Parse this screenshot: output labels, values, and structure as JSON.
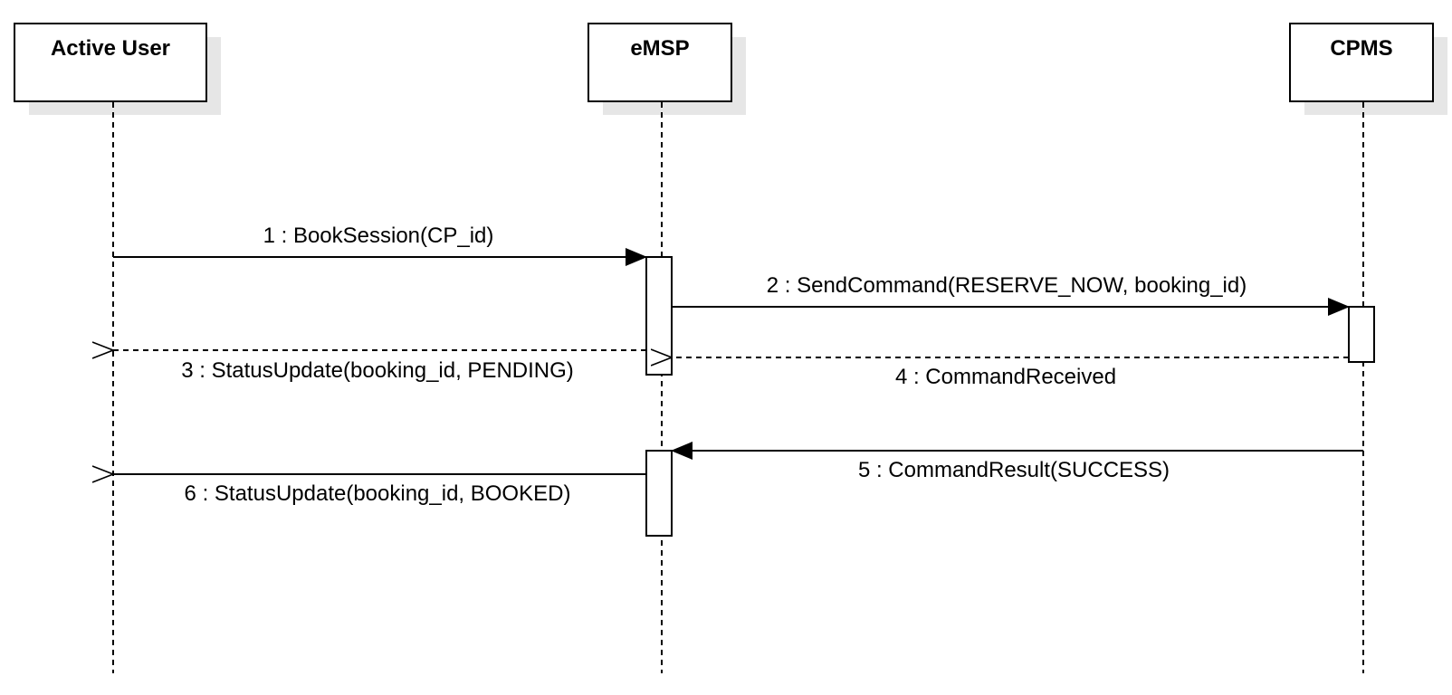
{
  "diagram": {
    "type": "uml-sequence",
    "colors": {
      "stroke": "#000000",
      "shadow": "#e6e6e6",
      "background": "#ffffff"
    },
    "participants": [
      {
        "id": "user",
        "name": "Active User"
      },
      {
        "id": "emsp",
        "name": "eMSP"
      },
      {
        "id": "cpms",
        "name": "CPMS"
      }
    ],
    "messages": [
      {
        "label": "1 : BookSession(CP_id)",
        "from": "user",
        "to": "emsp",
        "kind": "synchronous"
      },
      {
        "label": "2 : SendCommand(RESERVE_NOW, booking_id)",
        "from": "emsp",
        "to": "cpms",
        "kind": "synchronous"
      },
      {
        "label": "3 : StatusUpdate(booking_id, PENDING)",
        "from": "emsp",
        "to": "user",
        "kind": "reply"
      },
      {
        "label": "4 : CommandReceived",
        "from": "cpms",
        "to": "emsp",
        "kind": "reply"
      },
      {
        "label": "5 : CommandResult(SUCCESS)",
        "from": "cpms",
        "to": "emsp",
        "kind": "synchronous"
      },
      {
        "label": "6 : StatusUpdate(booking_id, BOOKED)",
        "from": "emsp",
        "to": "user",
        "kind": "asynchronous"
      }
    ]
  }
}
